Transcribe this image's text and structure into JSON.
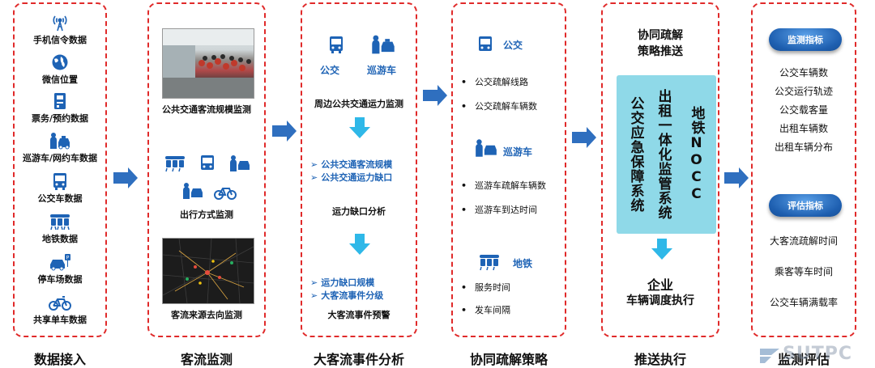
{
  "colors": {
    "dashed_border": "#e02a2a",
    "arrow_blue": "#2f6fbf",
    "icon_blue": "#1e63b5",
    "bar_cyan": "#8fd9e8",
    "pill_blue": "#1e5fb0",
    "down_arrow": "#2fb8e8"
  },
  "columns": {
    "data_access": {
      "caption": "数据接入",
      "items": [
        {
          "label": "手机信令数据",
          "icon": "antenna-icon"
        },
        {
          "label": "微信位置",
          "icon": "globe-icon"
        },
        {
          "label": "票务/预约数据",
          "icon": "ticket-machine-icon"
        },
        {
          "label": "巡游车/网约车数据",
          "icon": "taxi-person-icon"
        },
        {
          "label": "公交车数据",
          "icon": "bus-icon"
        },
        {
          "label": "地铁数据",
          "icon": "metro-icon"
        },
        {
          "label": "停车场数据",
          "icon": "parking-car-icon"
        },
        {
          "label": "共享单车数据",
          "icon": "bicycle-icon"
        }
      ]
    },
    "flow_monitor": {
      "caption": "客流监测",
      "photo1_label": "公共交通客流规模监测",
      "mode_label": "出行方式监测",
      "photo2_label": "客流来源去向监测"
    },
    "event_analysis": {
      "caption": "大客流事件分析",
      "bus_label": "公交",
      "taxi_label": "巡游车",
      "step1": "周边公共交通运力监测",
      "sub1": [
        "公共交通客流规模",
        "公共交通运力缺口"
      ],
      "step2": "运力缺口分析",
      "sub2": [
        "运力缺口规模",
        "大客流事件分级"
      ],
      "step3": "大客流事件预警"
    },
    "strategy": {
      "caption": "协同疏解策略",
      "groups": [
        {
          "title": "公交",
          "icon": "bus-icon",
          "items": [
            "公交疏解线路",
            "公交疏解车辆数"
          ]
        },
        {
          "title": "巡游车",
          "icon": "taxi-person-icon",
          "items": [
            "巡游车疏解车辆数",
            "巡游车到达时间"
          ]
        },
        {
          "title": "地铁",
          "icon": "metro-icon",
          "items": [
            "服务时间",
            "发车间隔"
          ]
        }
      ]
    },
    "push": {
      "caption": "推送执行",
      "title_line1": "协同疏解",
      "title_line2": "策略推送",
      "bars": [
        "公交应急保障系统",
        "出租一体化监管系统",
        "地铁NOCC"
      ],
      "bottom_line1": "企业",
      "bottom_line2": "车辆调度执行"
    },
    "evaluation": {
      "caption": "监测评估",
      "monitor_pill": "监测指标",
      "monitor_items": [
        "公交车辆数",
        "公交运行轨迹",
        "公交载客量",
        "出租车辆数",
        "出租车辆分布"
      ],
      "eval_pill": "评估指标",
      "eval_items": [
        "大客流疏解时间",
        "乘客等车时间",
        "公交车辆满载率"
      ]
    }
  },
  "watermark": "SUTPC"
}
